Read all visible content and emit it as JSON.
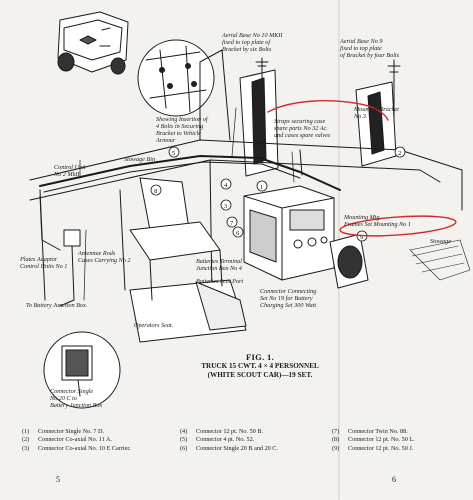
{
  "figure": {
    "title": "FIG. 1.",
    "subtitle_line1": "TRUCK 15 CWT. 4 × 4 PERSONNEL",
    "subtitle_line2": "(WHITE SCOUT CAR)—19 SET."
  },
  "labels": {
    "aerial_base_mk2": "Aerial Base No 10 MKII\nfixed to top plate of\nBracket by six Bolts",
    "aerial_base_9": "Aerial Base No 9\nfixed to top plate\nof Bracket by four Bolts",
    "mounting_bracket": "Mounting Bracket\nNo 3.",
    "strip_detail": "Showing Insertion of\n4 Bolts in Securing\nBracket to Vehicle\nArmour",
    "straps": "Straps securing case\nspare parts No 32 Ac.\nand cases spare valves",
    "stowage_bin": "Stowage Bin",
    "control_unit": "Control Unit\nNo 2 MkII",
    "mounting_mtg": "Mounting Mtg.\nFrames Set Mounting No 1",
    "stowage": "Stowage",
    "batteries_terminal": "Batteries Terminal\nJunction Box No 4",
    "batteries_seat": "Batteries Seat Port",
    "plates_adaptor": "Plates Adaptor\nControl Units No 1",
    "antennae_rods": "Antennae Rods\nCases Carrying No 2",
    "battery_junction": "To Battery Junction Box.",
    "operators_seat": "Operators Seat.",
    "connector_charging": "Connector Connecting\nSet No 19 for Battery\nCharging Set 300 Watt",
    "connector_single_note": "Connector Single\nNo 20 C to\nBattery Junction Box"
  },
  "callouts": [
    "1",
    "2",
    "3",
    "4",
    "5",
    "6",
    "7",
    "8",
    "9"
  ],
  "legend": {
    "col1": [
      {
        "num": "(1)",
        "text": "Connector Single No. 7 D."
      },
      {
        "num": "(2)",
        "text": "Connector Co-axial No. 11 A."
      },
      {
        "num": "(3)",
        "text": "Connector Co-axial No. 10 E Carrier."
      }
    ],
    "col2": [
      {
        "num": "(4)",
        "text": "Connector 12 pt. No. 50 B."
      },
      {
        "num": "(5)",
        "text": "Connector 4 pt. No. 52."
      },
      {
        "num": "(6)",
        "text": "Connector Single 20 B and 20 C."
      }
    ],
    "col3": [
      {
        "num": "(7)",
        "text": "Connector Twin No. 88."
      },
      {
        "num": "(8)",
        "text": "Connector 12 pt. No. 50 L."
      },
      {
        "num": "(9)",
        "text": "Connector 12 pt. No. 50 J."
      }
    ]
  },
  "page_numbers": {
    "left": "5",
    "right": "6"
  },
  "colors": {
    "annotation_red": "#d42a2a",
    "ink": "#1a1a1a",
    "paper": "#f3f2ee"
  }
}
